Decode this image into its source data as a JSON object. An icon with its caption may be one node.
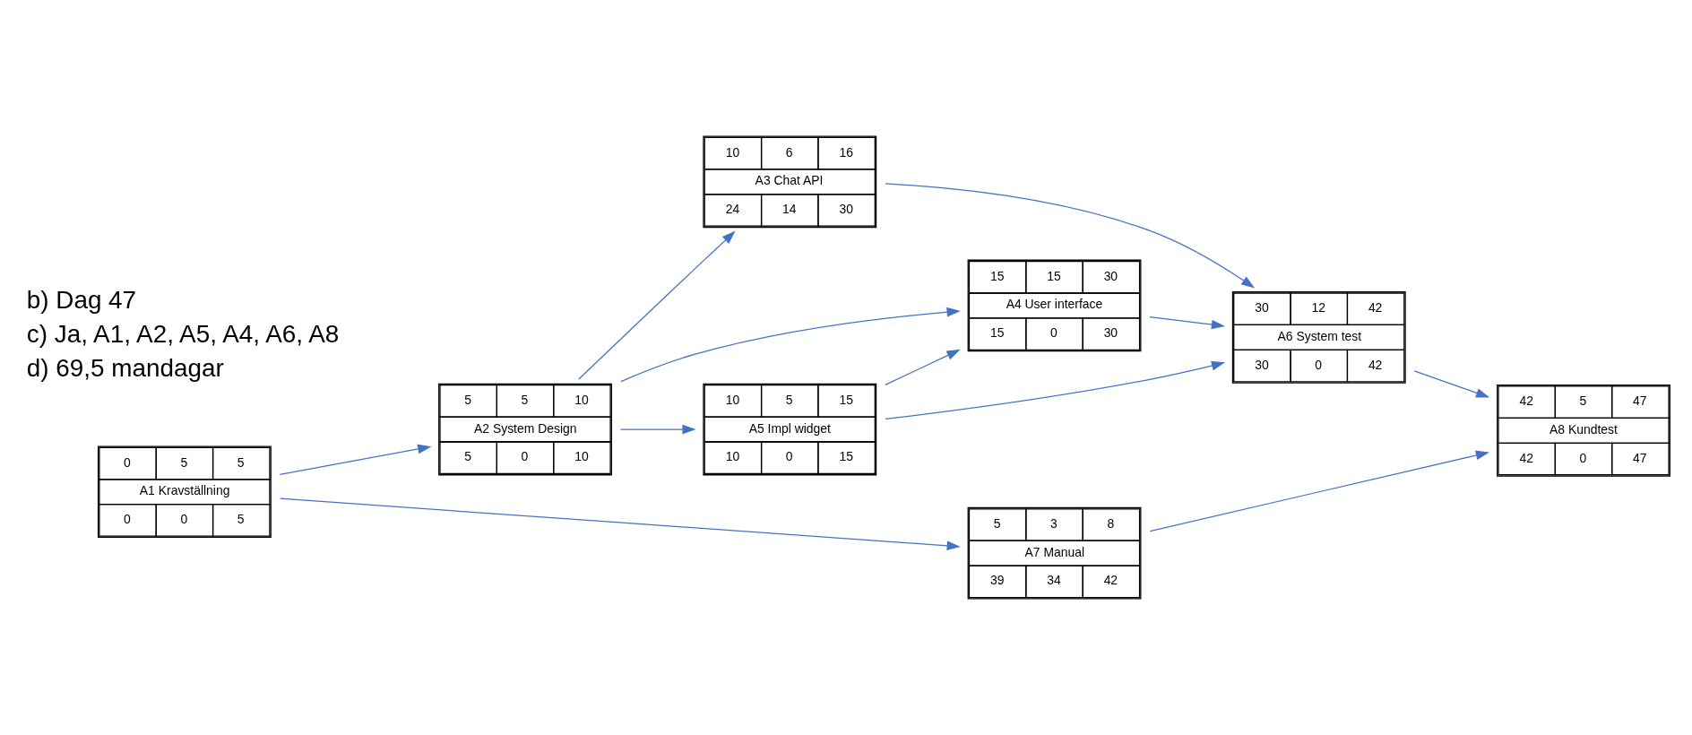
{
  "diagram": {
    "nodes": [
      {
        "text": [
          "0",
          "5",
          "5",
          "A1 Kravställning",
          "0",
          "0",
          "5"
        ]
      },
      {
        "text": [
          "5",
          "5",
          "10",
          "A2 System Design",
          "5",
          "0",
          "10"
        ]
      },
      {
        "text": [
          "10",
          "6",
          "16",
          "A3 Chat API",
          "24",
          "14",
          "30"
        ]
      },
      {
        "text": [
          "15",
          "15",
          "30",
          "A4 User interface",
          "15",
          "0",
          "30"
        ]
      },
      {
        "text": [
          "10",
          "5",
          "15",
          "A5 Impl widget",
          "10",
          "0",
          "15"
        ]
      },
      {
        "text": [
          "30",
          "12",
          "42",
          "A6 System test",
          "30",
          "0",
          "42"
        ]
      },
      {
        "text": [
          "42",
          "5",
          "47",
          "A8 Kundtest",
          "42",
          "0",
          "47"
        ]
      },
      {
        "text": [
          "5",
          "3",
          "8",
          "A7 Manual",
          "39",
          "34",
          "42"
        ]
      }
    ],
    "edges": [
      {
        "from": 0,
        "to": 1,
        "arrow": "to"
      },
      {
        "from": 0,
        "to": 7,
        "arrow": "to"
      },
      {
        "from": 1,
        "to": 2,
        "arrow": "to"
      },
      {
        "from": 1,
        "to": 3,
        "arrow": "to"
      },
      {
        "from": 1,
        "to": 4,
        "arrow": "to"
      },
      {
        "from": 4,
        "to": 3,
        "arrow": "to"
      },
      {
        "from": 4,
        "to": 5,
        "arrow": "to"
      },
      {
        "from": 2,
        "to": 5,
        "arrow": "to"
      },
      {
        "from": 3,
        "to": 5,
        "arrow": "to"
      },
      {
        "from": 5,
        "to": 6,
        "arrow": "to"
      },
      {
        "from": 7,
        "to": 6,
        "arrow": "to"
      }
    ],
    "labels": [
      "b) Dag 47",
      "c) Ja, A1, A2, A5, A4, A6, A8",
      "d) 69,5 mandagar"
    ]
  }
}
